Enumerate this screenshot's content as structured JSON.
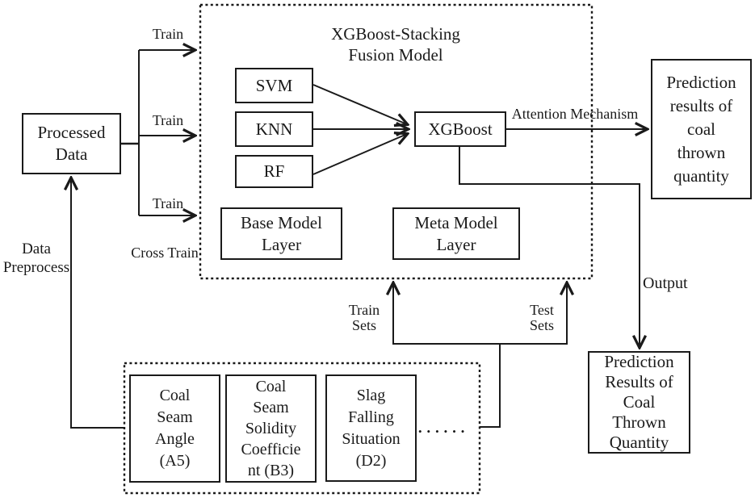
{
  "diagram": {
    "title": "XGBoost-Stacking\nFusion Model",
    "nodes": {
      "processed_data": "Processed\nData",
      "svm": "SVM",
      "knn": "KNN",
      "rf": "RF",
      "xgboost": "XGBoost",
      "base_model_layer": "Base Model\nLayer",
      "meta_model_layer": "Meta Model\nLayer",
      "prediction_top": "Prediction\nresults of\ncoal\nthrown\nquantity",
      "prediction_bottom": "Prediction\nResults of\nCoal\nThrown\nQuantity",
      "coal_seam_angle": "Coal\nSeam\nAngle\n(A5)",
      "coal_seam_solidity": "Coal\nSeam\nSolidity\nCoefficie\nnt (B3)",
      "slag_falling": "Slag\nFalling\nSituation\n(D2)"
    },
    "labels": {
      "train_1": "Train",
      "train_2": "Train",
      "train_3": "Train",
      "cross_train": "Cross Train",
      "data_preprocess": "Data\nPreprocess",
      "attention_mechanism": "Attention Mechanism",
      "output": "Output",
      "train_sets": "Train\nSets",
      "test_sets": "Test\nSets",
      "ellipsis": "••••••"
    },
    "colors": {
      "ink": "#1a1a1a",
      "background": "#ffffff"
    }
  }
}
